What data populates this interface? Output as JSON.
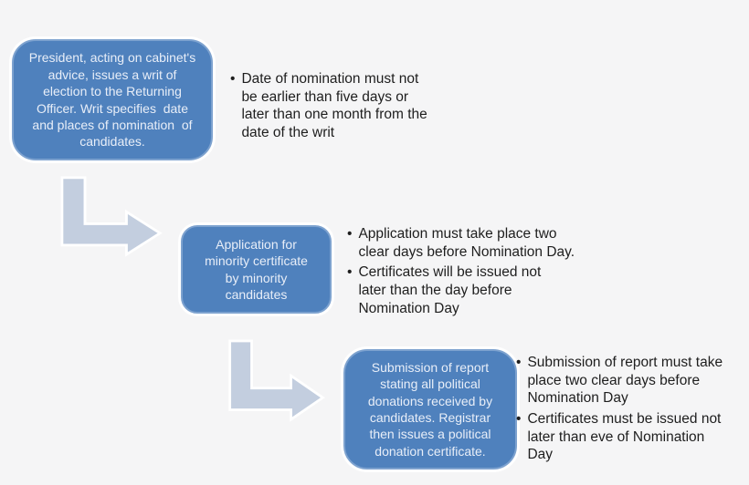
{
  "colors": {
    "background": "#f5f5f6",
    "box_fill": "#4f81bd",
    "box_border": "#7da2cf",
    "box_text": "#e8eef8",
    "arrow_fill": "#c3cedf",
    "arrow_outline": "#ffffff",
    "note_text": "#1e1e1e"
  },
  "flow": {
    "bullet_glyph": "•",
    "steps": [
      {
        "box_label": "President, acting on cabinet's\nadvice, issues a writ of\nelection to the Returning\nOfficer. Writ specifies  date\nand places of nomination  of\ncandidates.",
        "notes": [
          "Date of nomination must not\nbe earlier than five days or\nlater than one month from the\ndate of the writ"
        ]
      },
      {
        "box_label": "Application for\nminority certificate\nby minority\ncandidates",
        "notes": [
          "Application must take place two\nclear days before Nomination Day.",
          "Certificates will be issued not\nlater than the day before\nNomination Day"
        ]
      },
      {
        "box_label": "Submission of report\nstating all political\ndonations received by\ncandidates. Registrar\nthen issues a political\ndonation certificate.",
        "notes": [
          "Submission of report must take\nplace two clear days before\nNomination Day",
          "Certificates must be issued not\nlater than eve of Nomination\nDay"
        ]
      }
    ]
  }
}
